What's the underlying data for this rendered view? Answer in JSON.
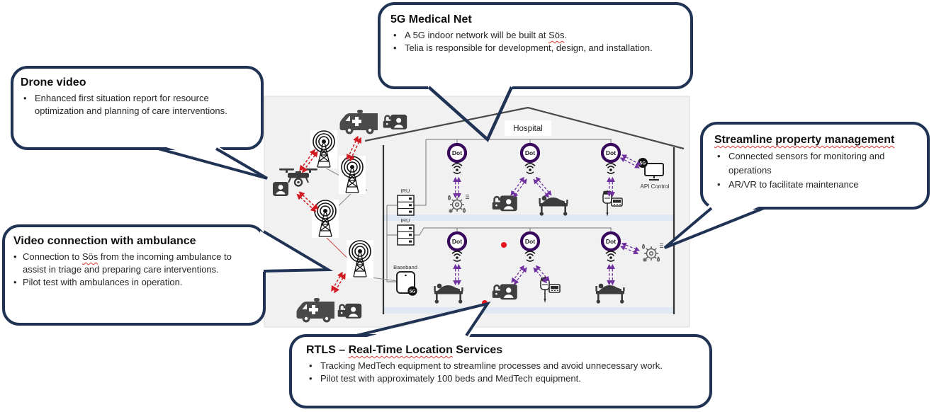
{
  "bullet_char": "•",
  "callouts": [
    {
      "id": "drone-video",
      "title": [
        {
          "t": "Drone video"
        }
      ],
      "bullets": [
        [
          {
            "t": "Enhanced first situation report for resource optimization and planning of care interventions."
          }
        ]
      ]
    },
    {
      "id": "5g-medical-net",
      "title": [
        {
          "t": "5G Medical Net"
        }
      ],
      "bullets": [
        [
          {
            "t": "A 5G indoor network will be built at "
          },
          {
            "t": "Sös",
            "sq": true
          },
          {
            "t": "."
          }
        ],
        [
          {
            "t": "Telia is responsible for development, design, and installation."
          }
        ]
      ]
    },
    {
      "id": "video-connection-with-ambulance",
      "title": [
        {
          "t": "Video connection with ambulance"
        }
      ],
      "bullets": [
        [
          {
            "t": "Connection to "
          },
          {
            "t": "Sös",
            "sq": true
          },
          {
            "t": " from the incoming ambulance to assist in triage and preparing care interventions."
          }
        ],
        [
          {
            "t": "Pilot test with ambulances in operation."
          }
        ]
      ]
    },
    {
      "id": "streamline-property-management",
      "title": [
        {
          "t": "Streamline property management",
          "sq": true
        }
      ],
      "bullets": [
        [
          {
            "t": "Connected sensors for monitoring and operations"
          }
        ],
        [
          {
            "t": "AR/VR to facilitate maintenance"
          }
        ]
      ]
    },
    {
      "id": "rtls",
      "title": [
        {
          "t": "RTLS – "
        },
        {
          "t": "Real-Time Location",
          "sq": true
        },
        {
          "t": " Services"
        }
      ],
      "bullets": [
        [
          {
            "t": "Tracking MedTech equipment to streamline processes and avoid unnecessary work."
          }
        ],
        [
          {
            "t": "Pilot test with approximately 100 beds and MedTech equipment."
          }
        ]
      ]
    }
  ],
  "diagram": {
    "hospital_label": "Hospital",
    "iru_label": "IRU",
    "baseband_label": "Baseband",
    "api_control_label": "API Control",
    "dot_label": "Dot",
    "badge_5g": "5G"
  },
  "colors": {
    "callout_border": "#203354",
    "purple_arrow": "#7030a0",
    "red_arrow": "#d01920",
    "dot_ring": "#38085c",
    "diagram_bg": "#f1f1f1",
    "floor_band": "#dfe8f3",
    "rtls_tag": "#e8151c"
  }
}
